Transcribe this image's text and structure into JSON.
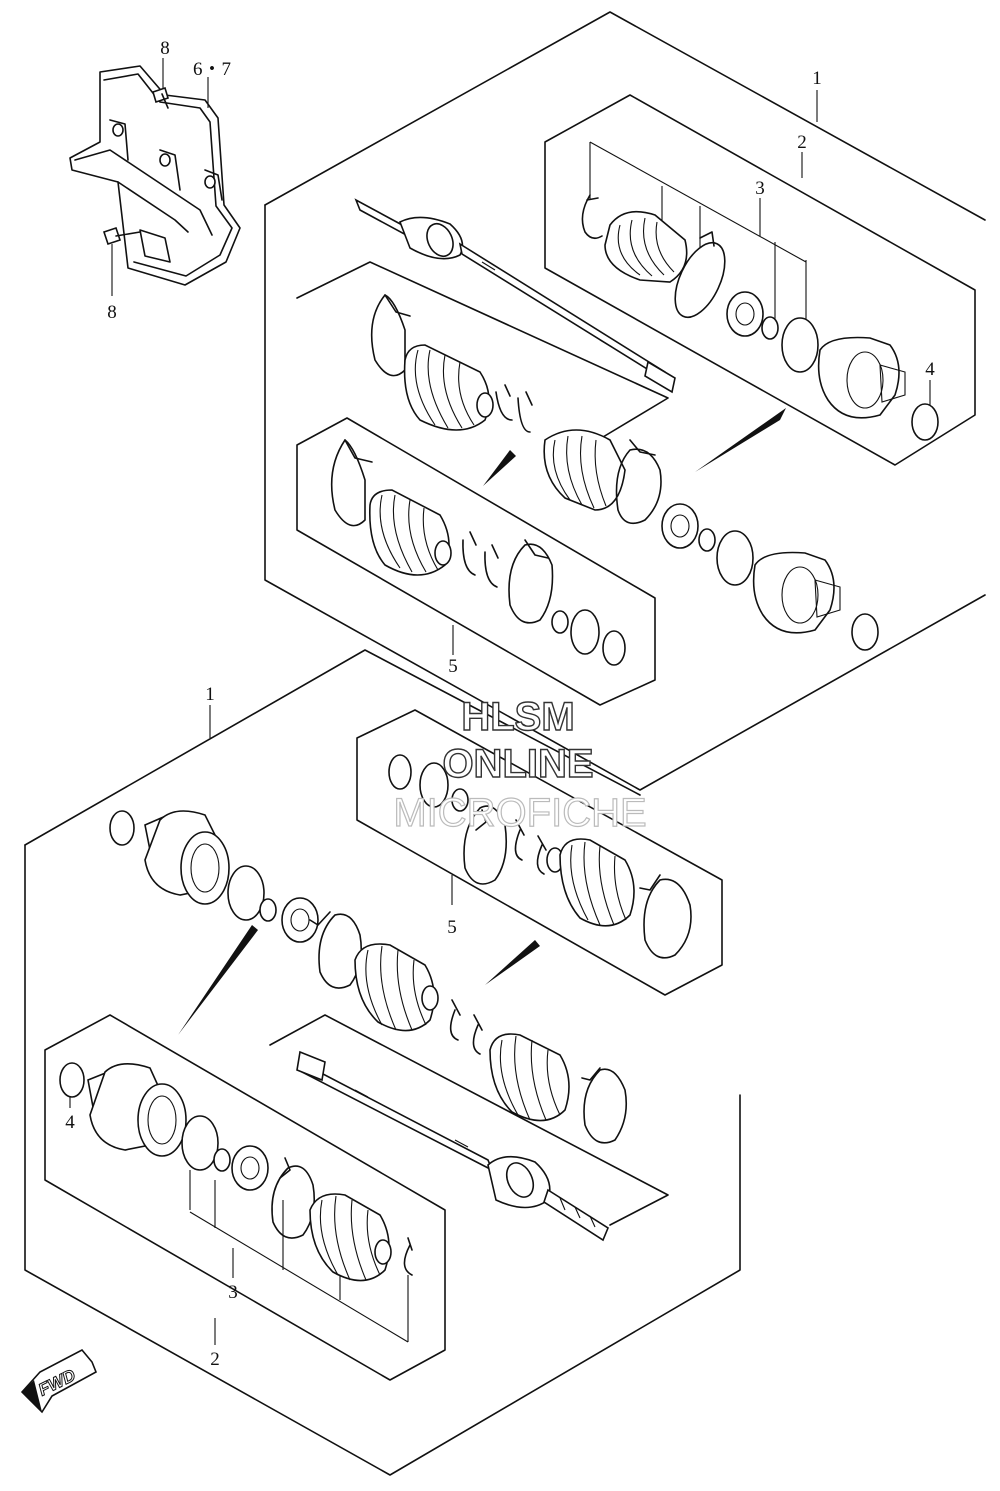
{
  "callouts": {
    "bracket_6_7": "6・7",
    "bolt_top": "8",
    "bolt_bottom": "8",
    "upper_assembly": "1",
    "upper_inner_kit": "2",
    "upper_inner_parts": "3",
    "upper_ring": "4",
    "upper_outer_kit": "5",
    "lower_assembly": "1",
    "lower_outer_kit": "5",
    "lower_ring": "4",
    "lower_inner_parts": "3",
    "lower_inner_kit": "2"
  },
  "watermark": {
    "line1": "HLSM",
    "line2": "ONLINE",
    "line3": "MICROFICHE"
  },
  "direction_label": "FWD"
}
